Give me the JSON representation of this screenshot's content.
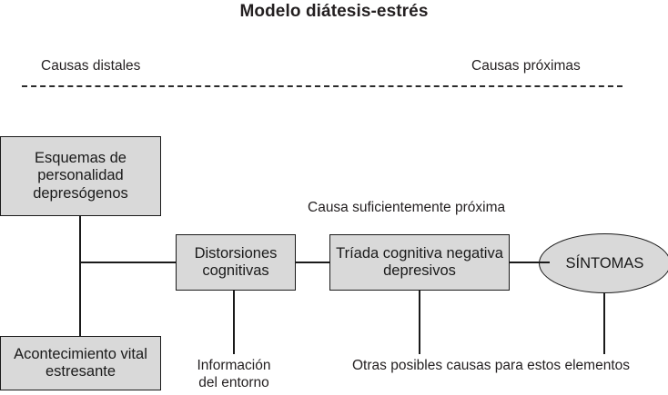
{
  "title": "Modelo diátesis-estrés",
  "captions": {
    "left": "Causas distales",
    "right": "Causas próximas"
  },
  "nodes": {
    "esquemas": "Esquemas de personalidad depresógenos",
    "acontecimiento": "Acontecimiento vital estresante",
    "distorsiones": "Distorsiones cognitivas",
    "triada": "Tríada cognitiva negativa depresivos",
    "sintomas": "SÍNTOMAS"
  },
  "labels": {
    "causa_suficiente": "Causa suficientemente próxima",
    "informacion": "Información del entorno",
    "otras_causas": "Otras posibles causas para estos elementos"
  },
  "colors": {
    "node_fill": "#d9d9d9",
    "stroke": "#1a1a1a",
    "text": "#231f20",
    "background": "#ffffff"
  },
  "chart_data": {
    "type": "diagram",
    "title": "Modelo diátesis-estrés",
    "nodes": [
      {
        "id": "esquemas",
        "label": "Esquemas de personalidad depresógenos",
        "shape": "rectangle",
        "region": "Causas distales"
      },
      {
        "id": "acontecimiento",
        "label": "Acontecimiento vital estresante",
        "shape": "rectangle",
        "region": "Causas distales"
      },
      {
        "id": "distorsiones",
        "label": "Distorsiones cognitivas",
        "shape": "rectangle",
        "region": "Causas próximas"
      },
      {
        "id": "triada",
        "label": "Tríada cognitiva negativa depresivos",
        "shape": "rectangle",
        "region": "Causas próximas"
      },
      {
        "id": "sintomas",
        "label": "SÍNTOMAS",
        "shape": "ellipse",
        "region": "Causas próximas"
      }
    ],
    "edges": [
      {
        "from": "esquemas",
        "to": "distorsiones"
      },
      {
        "from": "acontecimiento",
        "to": "distorsiones"
      },
      {
        "from": "distorsiones",
        "to": "triada"
      },
      {
        "from": "triada",
        "to": "sintomas"
      },
      {
        "from": "informacion",
        "to": "distorsiones"
      },
      {
        "from": "otras_causas",
        "to": "triada"
      },
      {
        "from": "otras_causas",
        "to": "sintomas"
      }
    ],
    "annotations": [
      "Causas distales",
      "Causas próximas",
      "Causa suficientemente próxima",
      "Información del entorno",
      "Otras posibles causas para estos elementos"
    ]
  }
}
